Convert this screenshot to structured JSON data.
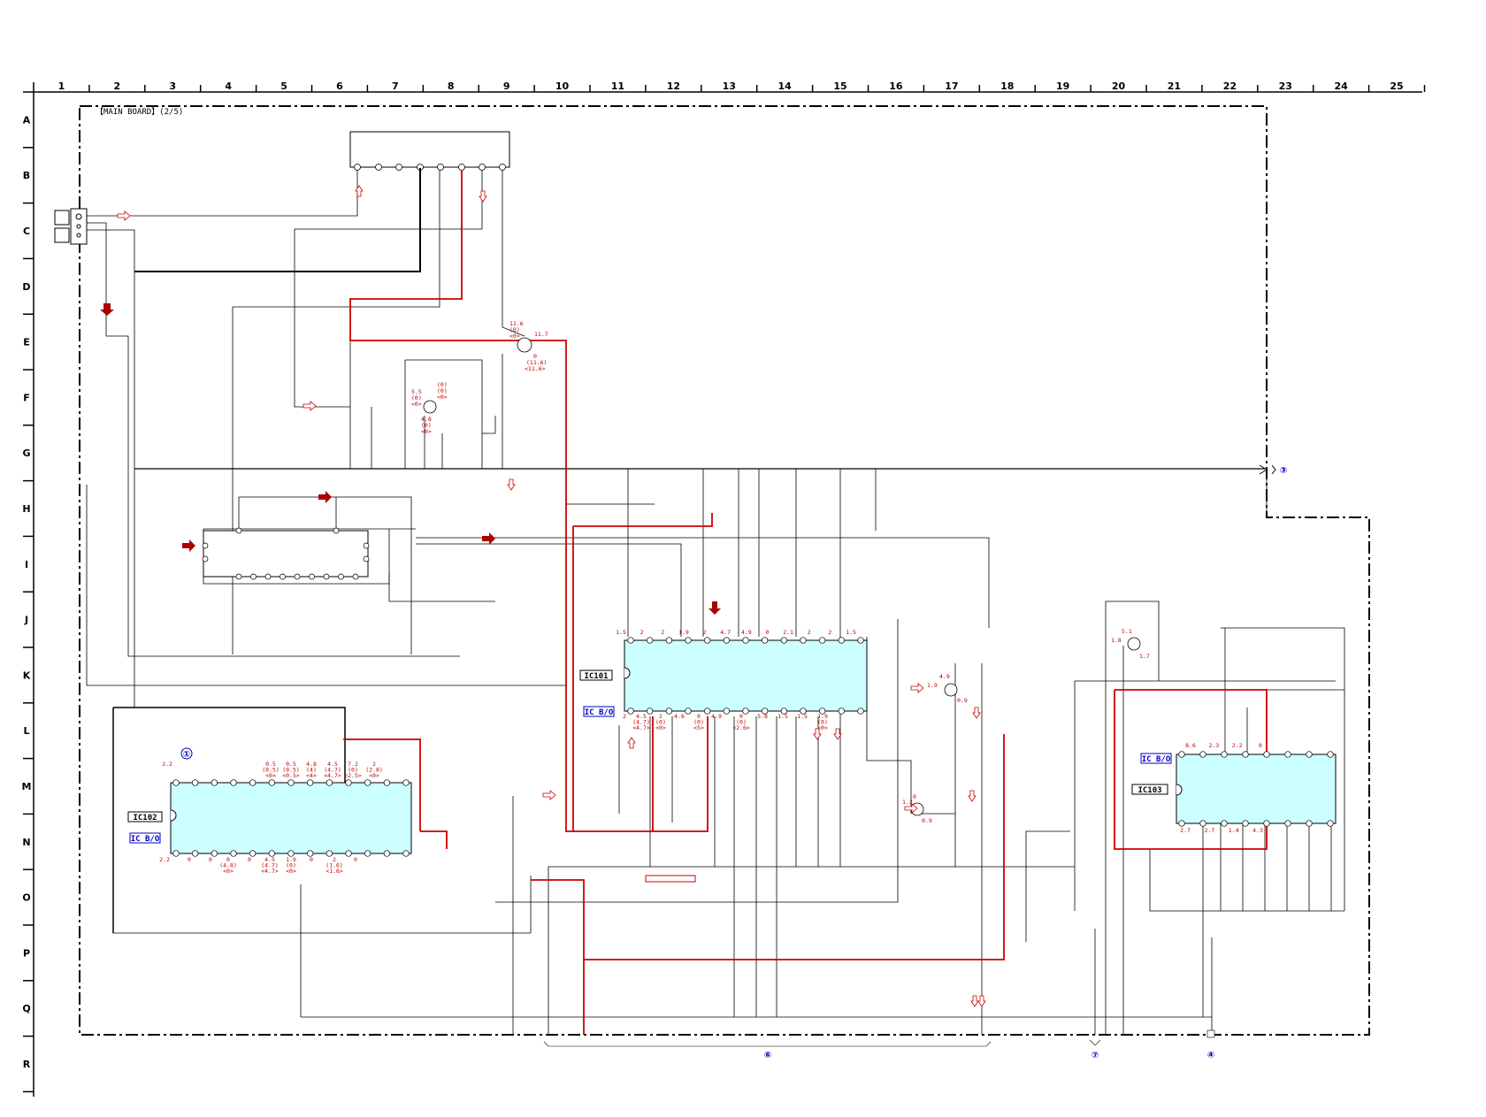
{
  "board_title": "【MAIN BOARD】(2/5)",
  "grid": {
    "columns": [
      "1",
      "2",
      "3",
      "4",
      "5",
      "6",
      "7",
      "8",
      "9",
      "10",
      "11",
      "12",
      "13",
      "14",
      "15",
      "16",
      "17",
      "18",
      "19",
      "20",
      "21",
      "22",
      "23",
      "24",
      "25"
    ],
    "rows": [
      "A",
      "B",
      "C",
      "D",
      "E",
      "F",
      "G",
      "H",
      "I",
      "J",
      "K",
      "L",
      "M",
      "N",
      "O",
      "P",
      "Q",
      "R"
    ]
  },
  "ics": [
    {
      "id": "ic101",
      "name": "IC101",
      "io_label": "IC B/O"
    },
    {
      "id": "ic102",
      "name": "IC102",
      "io_label": "IC B/O"
    },
    {
      "id": "ic103",
      "name": "IC103",
      "io_label": "IC B/O"
    }
  ],
  "connectors": {
    "c1": "①",
    "c3": "③",
    "c4": "④",
    "c6": "⑥",
    "c7": "⑦"
  },
  "voltages": {
    "q_top": [
      "11.6",
      "(0)",
      "<0>",
      "11.7",
      "0",
      "(11.6)",
      "<11.6>"
    ],
    "q_mid": [
      "5.5",
      "(0)",
      "<0>",
      "(0)",
      "(0)",
      "<0>",
      "4.8",
      "(0)",
      "<0>"
    ],
    "ic101_top": [
      "1.5",
      "2",
      "2",
      "1.9",
      "2",
      "4.7",
      "4.9",
      "0",
      "2.1",
      "2",
      "2",
      "1.5"
    ],
    "ic101_bot": [
      "2",
      "4.5",
      "(4.7)",
      "<4.7>",
      "2",
      "(0)",
      "<0>",
      "4.6",
      "0",
      "(0)",
      "<5>",
      "4.9",
      "0",
      "(0)",
      "<2.6>",
      "5.8",
      "1.5",
      "1.5",
      "1.9",
      "(0)",
      "<0>"
    ],
    "ic102_top": [
      "2.2",
      "0.5",
      "(0.5)",
      "<0>",
      "0.5",
      "(0.5)",
      "<0.5>",
      "4.8",
      "(4)",
      "<4>",
      "4.5",
      "(4.7)",
      "<4.7>",
      "7.2",
      "(0)",
      "<2.5>",
      "2",
      "(2.8)",
      "<0>"
    ],
    "ic102_bot": [
      "2.2",
      "0",
      "0",
      "0",
      "(4.8)",
      "<0>",
      "0",
      "4.5",
      "(4.7)",
      "<4.7>",
      "1.9",
      "(0)",
      "<0>",
      "0",
      "2",
      "(1.6)",
      "<1.6>",
      "0"
    ],
    "ic103_top": [
      "8.6",
      "2.3",
      "2.2",
      "0"
    ],
    "ic103_bot": [
      "2.7",
      "2.7",
      "1.4",
      "4.3"
    ],
    "q_right_top": [
      "5.1",
      "1.8",
      "1.7"
    ],
    "q_right_mid": [
      "4.9",
      "1.9",
      "0.9"
    ],
    "q_right_low": [
      "1.2",
      "0",
      "0.9"
    ]
  },
  "colors": {
    "line": "#000000",
    "power_trace": "#cc0000",
    "ic_fill": "#ccffff",
    "io_label": "#0000c0",
    "voltage_text": "#c00000",
    "signal_arrow": "#aa0000"
  }
}
